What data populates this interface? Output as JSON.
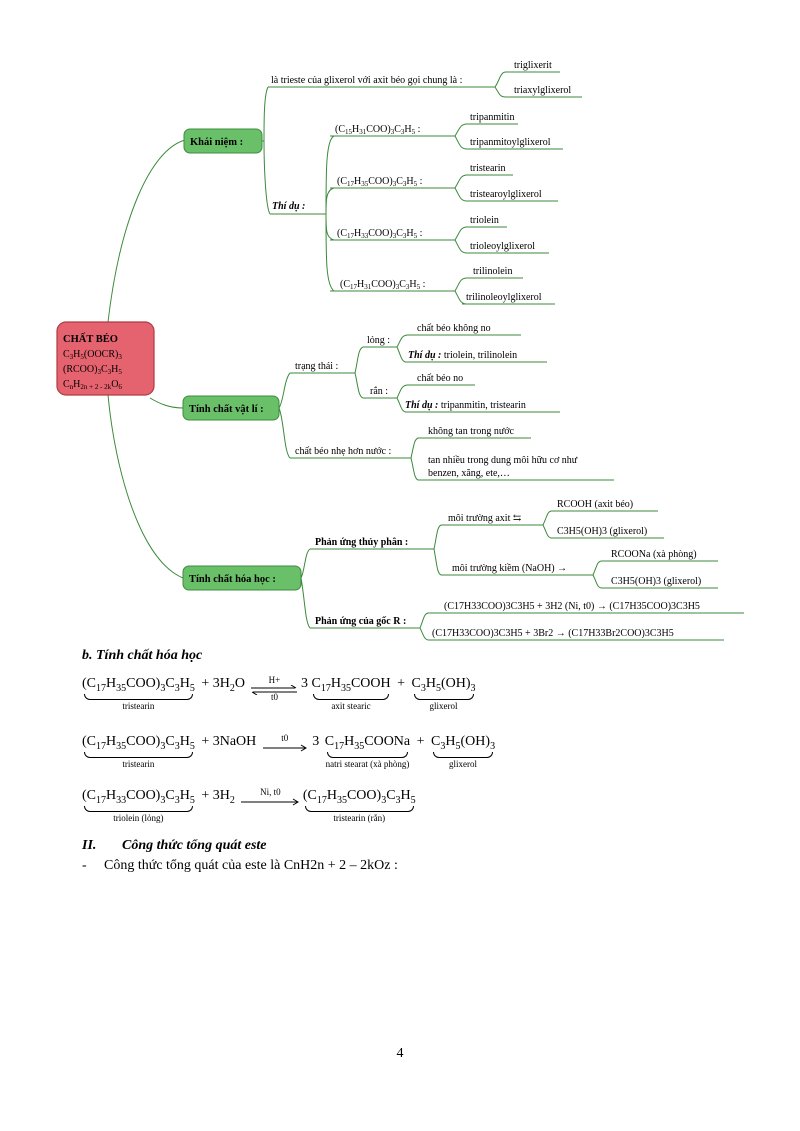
{
  "root": {
    "title": "CHẤT BÉO",
    "lines": [
      "C3H5(OOCR)3",
      "(RCOO)3C3H5",
      "CnH2n + 2 - 2kO6"
    ]
  },
  "khai_niem": {
    "label": "Khái niệm :",
    "definition": "là trieste của glixerol với axit béo gọi chung là :",
    "names": [
      "triglixerit",
      "triaxylglixerol"
    ],
    "example_label": "Thí dụ :",
    "examples": [
      {
        "formula": "(C15H31COO)3C3H5 :",
        "names": [
          "tripanmitin",
          "tripanmitoylglixerol"
        ]
      },
      {
        "formula": "(C17H35COO)3C3H5 :",
        "names": [
          "tristearin",
          "tristearoylglixerol"
        ]
      },
      {
        "formula": "(C17H33COO)3C3H5 :",
        "names": [
          "triolein",
          "trioleoylglixerol"
        ]
      },
      {
        "formula": "(C17H31COO)3C3H5 :",
        "names": [
          "trilinolein",
          "trilinoleoylglixerol"
        ]
      }
    ]
  },
  "vat_li": {
    "label": "Tính chất vật lí :",
    "state_label": "trạng thái :",
    "liquid_label": "lỏng :",
    "liquid": [
      "chất béo không no",
      "triolein, trilinolein"
    ],
    "solid_label": "rắn :",
    "solid": [
      "chất béo no",
      "tripanmitin, tristearin"
    ],
    "example_prefix": "Thí dụ :",
    "lighter_label": "chất béo nhẹ hơn nước :",
    "lighter": [
      "không tan trong nước",
      "tan nhiều trong dung môi hữu cơ như",
      "benzen, xăng, ete,…"
    ]
  },
  "hoa_hoc": {
    "label": "Tính chất hóa học :",
    "hydrolysis_label": "Phản ứng thủy phân :",
    "acid_label": "môi trường axit ⇆",
    "acid_products": [
      "RCOOH (axit béo)",
      "C3H5(OH)3 (glixerol)"
    ],
    "base_label": "môi trường kiềm (NaOH) →",
    "base_products": [
      "RCOONa (xà phòng)",
      "C3H5(OH)3 (glixerol)"
    ],
    "radical_label": "Phản ứng của gốc R :",
    "radical_reactions": [
      "(C17H33COO)3C3H5 + 3H2 (Ni, t0) → (C17H35COO)3C3H5",
      "(C17H33COO)3C3H5 + 3Br2 → (C17H33Br2COO)3C3H5"
    ]
  },
  "section_b": "b.   Tính chất hóa học",
  "equations": {
    "eq1": {
      "reactant": "tristearin",
      "reagent": "+ 3H2O",
      "cond_top": "H+",
      "cond_bottom": "t0",
      "coef": "3",
      "p1": "axit stearic",
      "plus": "+",
      "p2": "glixerol"
    },
    "eq2": {
      "reactant": "tristearin",
      "reagent": "+ 3NaOH",
      "cond_top": "t0",
      "coef": "3",
      "p1": "natri stearat (xà phòng)",
      "plus": "+",
      "p2": "glixerol"
    },
    "eq3": {
      "reactant": "triolein (lỏng)",
      "reagent": "+ 3H2",
      "cond_top": "Ni, t0",
      "p1": "tristearin (rắn)"
    }
  },
  "section_II": {
    "num": "II.",
    "title": "Công thức tổng quát este"
  },
  "bullet": {
    "dash": "-",
    "text": "Công thức tổng quát của este là CnH2n + 2 – 2kOz :"
  },
  "page_number": "4"
}
